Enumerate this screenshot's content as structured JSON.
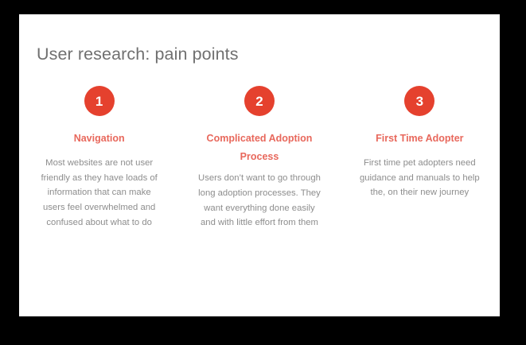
{
  "slide": {
    "title": "User research: pain points",
    "colors": {
      "badge_red": "#e5412e",
      "heading_red": "#e8685c",
      "title_gray": "#707070",
      "body_gray": "#8d8d8d",
      "card_background": "#ffffff",
      "frame_background": "#000000"
    },
    "columns": [
      {
        "number": "1",
        "heading": "Navigation",
        "body": "Most websites are not user friendly as they have loads of information that can make users feel overwhelmed and confused about what to do"
      },
      {
        "number": "2",
        "heading": "Complicated Adoption Process",
        "body": "Users don’t want to go through long adoption processes. They want everything done easily and with little effort from them"
      },
      {
        "number": "3",
        "heading": "First Time Adopter",
        "body": "First time pet adopters need guidance and manuals to help the, on their new journey"
      }
    ]
  }
}
